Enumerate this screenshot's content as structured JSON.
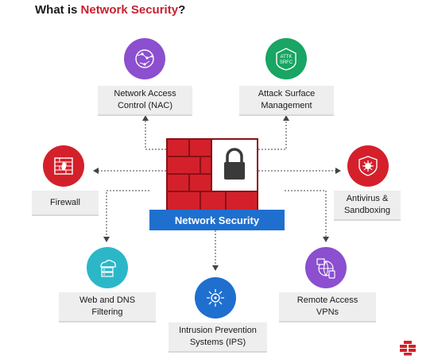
{
  "title": {
    "prefix": "What is ",
    "accent": "Network Security",
    "suffix": "?"
  },
  "center": {
    "label": "Network Security"
  },
  "nodes": [
    {
      "label": "Network Access\nControl (NAC)",
      "icon": "network-globe-icon",
      "color": "#8b4fcf"
    },
    {
      "label": "Attack Surface\nManagement",
      "icon": "attack-surface-badge-icon",
      "color": "#19a563"
    },
    {
      "label": "Firewall",
      "icon": "firewall-icon",
      "color": "#d4202a"
    },
    {
      "label": "Antivirus &\nSandboxing",
      "icon": "antivirus-shield-icon",
      "color": "#d4202a"
    },
    {
      "label": "Web and DNS\nFiltering",
      "icon": "cloud-server-icon",
      "color": "#2cb7c9"
    },
    {
      "label": "Intrusion Prevention\nSystems (IPS)",
      "icon": "intrusion-gear-icon",
      "color": "#1f6fcf"
    },
    {
      "label": "Remote Access\nVPNs",
      "icon": "remote-access-icon",
      "color": "#8b4fcf"
    }
  ],
  "icon_texts": {
    "attack_surface": [
      "ATTK",
      "SRFC"
    ]
  },
  "colors": {
    "brick": "#d4202a",
    "mortar": "#8a1118",
    "banner": "#1f6fcf",
    "label_bg": "#eeeeee"
  },
  "logo_icon": "brand-logo-icon"
}
